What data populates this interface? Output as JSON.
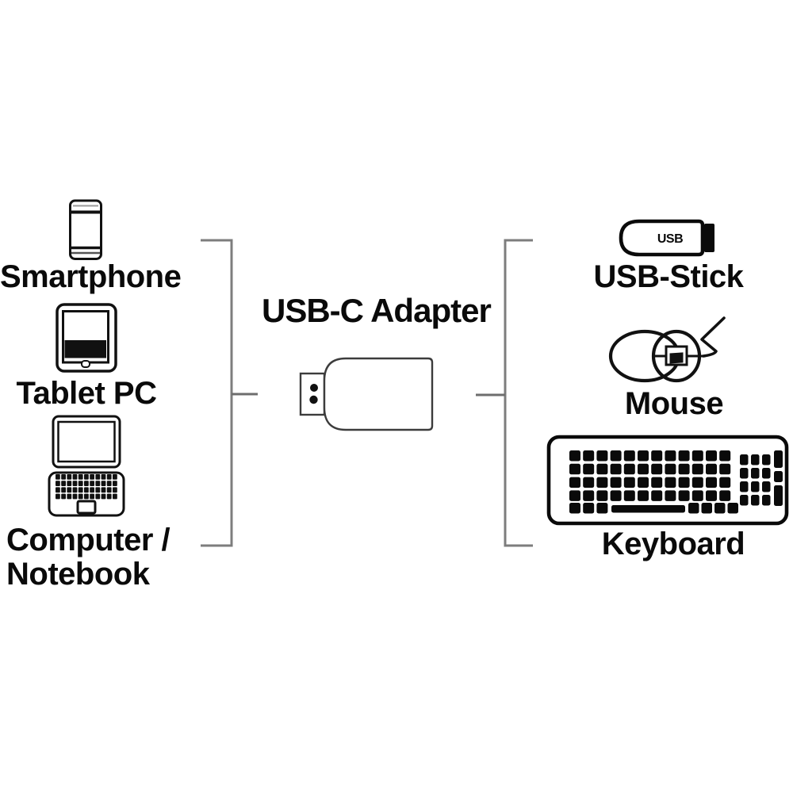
{
  "labels": {
    "smartphone": "Smartphone",
    "tablet_pc": "Tablet PC",
    "computer_line1": "Computer /",
    "computer_line2": "Notebook",
    "adapter": "USB-C Adapter",
    "usb_stick": "USB-Stick",
    "usb_stick_body": "USB",
    "mouse": "Mouse",
    "keyboard": "Keyboard"
  },
  "colors": {
    "background": "#ffffff",
    "icon": "#111111",
    "text": "#0a0a0a",
    "bracket": "#7d7d7d",
    "adapter_outline": "#3c3c3c"
  }
}
